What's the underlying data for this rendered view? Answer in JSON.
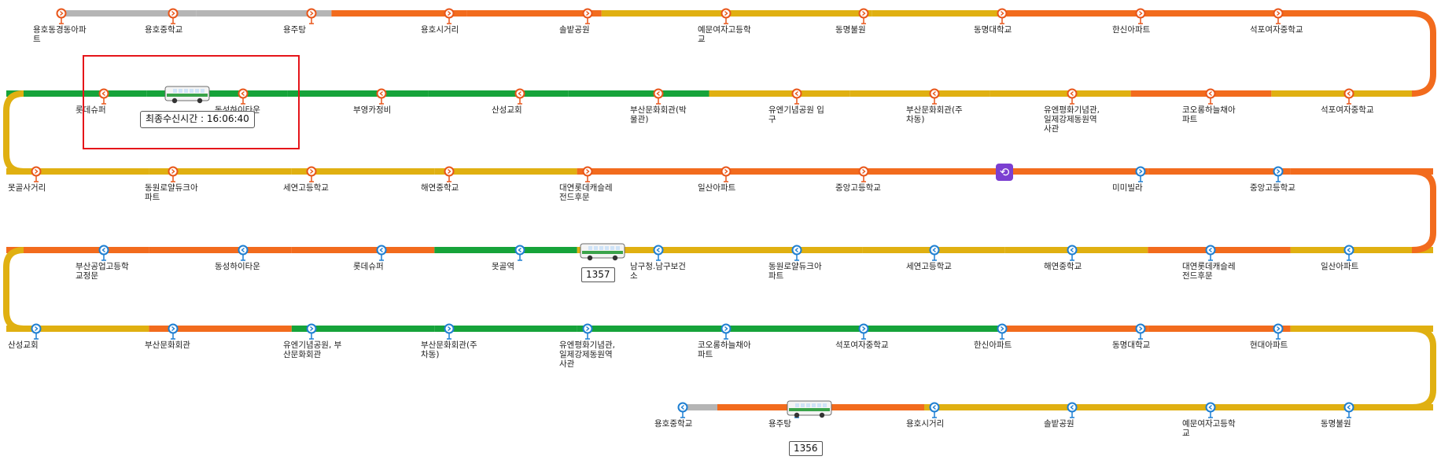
{
  "colors": {
    "free": "#e0b011",
    "slow": "#f26b1d",
    "jam": "#e0b011",
    "fast": "#16a33a",
    "unknown": "#b5b5b5",
    "stop_ring_orange": "#e8561a",
    "stop_ring_blue": "#1e7fd2",
    "sync": "#7b3fd1"
  },
  "rows": [
    {
      "segments": [
        "unknown",
        "unknown",
        "slow",
        "slow",
        "free",
        "free",
        "free",
        "slow",
        "slow",
        "slow"
      ],
      "stops": [
        {
          "name": "용호동경동아파\n트"
        },
        {
          "name": "용호중학교"
        },
        {
          "name": "용주탕"
        },
        {
          "name": "용호시거리"
        },
        {
          "name": "솔밭공원"
        },
        {
          "name": "예문여자고등학\n교"
        },
        {
          "name": "동명불원"
        },
        {
          "name": "동명대학교"
        },
        {
          "name": "한신아파트"
        },
        {
          "name": "석포여자중학교"
        }
      ]
    },
    {
      "segments": [
        "free",
        "slow",
        "free",
        "free",
        "free",
        "fast",
        "fast",
        "fast",
        "fast",
        "fast"
      ],
      "stops": [
        {
          "name": "롯데슈퍼"
        },
        {
          "name": "동성하이타운"
        },
        {
          "name": "부영카정비"
        },
        {
          "name": "산성교회"
        },
        {
          "name": "부산문화회관(박\n물관)"
        },
        {
          "name": "유엔기념공원 입\n구"
        },
        {
          "name": "부산문화회관(주\n차동)"
        },
        {
          "name": "유엔평화기념관,\n일제강제동원역\n사관"
        },
        {
          "name": "코오롱하늘채아\n파트"
        },
        {
          "name": "석포여자중학교"
        }
      ]
    },
    {
      "segments": [
        "free",
        "free",
        "free",
        "free",
        "slow",
        "slow",
        "slow",
        "slow",
        "slow",
        "slow"
      ],
      "stops": [
        {
          "name": "못골사거리"
        },
        {
          "name": "동원로얄듀크아\n파트"
        },
        {
          "name": "세연고등학교"
        },
        {
          "name": "해연중학교"
        },
        {
          "name": "대연롯데캐슬레\n전드후문"
        },
        {
          "name": "일산아파트"
        },
        {
          "name": "중앙고등학교"
        },
        {
          "name": "미미빌라"
        },
        {
          "name": "미미빌라"
        },
        {
          "name": "중앙고등학교"
        }
      ]
    },
    {
      "segments": [
        "free",
        "slow",
        "free",
        "free",
        "free",
        "free",
        "fast",
        "slow",
        "slow",
        "slow"
      ],
      "stops": [
        {
          "name": "부산공업고등학\n교정문"
        },
        {
          "name": "동성하이타운"
        },
        {
          "name": "롯데슈퍼"
        },
        {
          "name": "못골역"
        },
        {
          "name": "남구청.남구보건\n소"
        },
        {
          "name": "동원로얄듀크아\n파트"
        },
        {
          "name": "세연고등학교"
        },
        {
          "name": "해연중학교"
        },
        {
          "name": "대연롯데캐슬레\n전드후문"
        },
        {
          "name": "일산아파트"
        }
      ]
    },
    {
      "segments": [
        "free",
        "slow",
        "fast",
        "fast",
        "fast",
        "fast",
        "fast",
        "slow",
        "slow",
        "free"
      ],
      "stops": [
        {
          "name": "산성교회"
        },
        {
          "name": "부산문화회관"
        },
        {
          "name": "유엔기념공원, 부\n산문화회관"
        },
        {
          "name": "부산문화회관(주\n차동)"
        },
        {
          "name": "유엔평화기념관,\n일제강제동원역\n사관"
        },
        {
          "name": "코오롱하늘채아\n파트"
        },
        {
          "name": "석포여자중학교"
        },
        {
          "name": "한신아파트"
        },
        {
          "name": "동명대학교"
        },
        {
          "name": "현대아파트"
        }
      ]
    },
    {
      "segments": [
        "unknown",
        "slow",
        "slow",
        "free",
        "free",
        "free",
        "free"
      ],
      "stops": [
        {
          "name": "용호중학교"
        },
        {
          "name": "용주탕"
        },
        {
          "name": "용호시거리"
        },
        {
          "name": "솔밭공원"
        },
        {
          "name": "예문여자고등학\n교"
        },
        {
          "name": "동명불원"
        }
      ]
    }
  ],
  "buses": [
    {
      "tooltip": "최종수신시간 : 16:06:40"
    },
    {
      "plate": "1357"
    },
    {
      "plate": "1356"
    }
  ],
  "sync_icon": "sync-icon",
  "bus_icon": "bus-icon"
}
